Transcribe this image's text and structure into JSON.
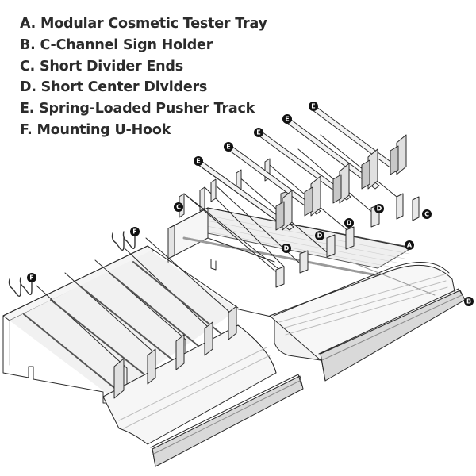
{
  "legend": [
    {
      "letter": "A",
      "text": "A. Modular Cosmetic Tester Tray"
    },
    {
      "letter": "B",
      "text": "B. C-Channel Sign Holder"
    },
    {
      "letter": "C",
      "text": "C. Short Divider Ends"
    },
    {
      "letter": "D",
      "text": "D. Short Center Dividers"
    },
    {
      "letter": "E",
      "text": "E. Spring-Loaded Pusher Track"
    },
    {
      "letter": "F",
      "text": "F. Mounting U-Hook"
    }
  ],
  "callouts": {
    "a": "A",
    "b": "B",
    "c1": "C",
    "c2": "C",
    "d1": "D",
    "d2": "D",
    "d3": "D",
    "d4": "D",
    "e1": "E",
    "e2": "E",
    "e3": "E",
    "e4": "E",
    "e5": "E",
    "f1": "F",
    "f2": "F"
  },
  "colors": {
    "line": "#2a2a2a",
    "fill_light": "#f4f4f4",
    "fill_mid": "#e2e2e2",
    "fill_dark": "#c9c9c9",
    "callout": "#111111",
    "text": "#2b2b2b"
  }
}
